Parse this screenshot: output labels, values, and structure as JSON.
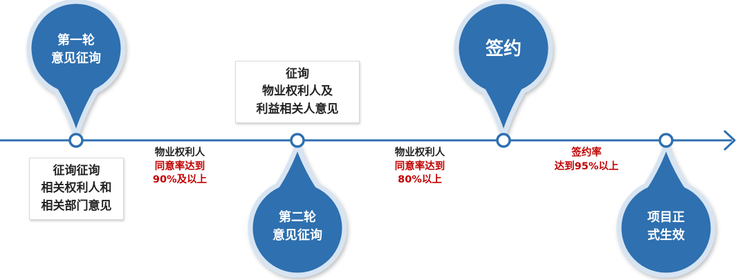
{
  "colors": {
    "blue": "#2e6fb0",
    "pin_border": "#d7e4f2",
    "line": "#2e6fb0",
    "red": "#c00000",
    "dark_text": "#222222"
  },
  "stages": [
    {
      "id": "stage1",
      "lines": [
        "第一轮",
        "意见征询"
      ]
    },
    {
      "id": "stage2",
      "lines": [
        "第二轮",
        "意见征询"
      ]
    },
    {
      "id": "stage3",
      "lines": [
        "签约"
      ]
    },
    {
      "id": "stage4",
      "lines": [
        "项目正",
        "式生效"
      ]
    }
  ],
  "boxes": {
    "box1": [
      "征询征询",
      "相关权利人和",
      "相关部门意见"
    ],
    "box2": [
      "征询",
      "物业权利人及",
      "利益相关人意见"
    ]
  },
  "conditions": {
    "cond1": {
      "dark": "物业权利人",
      "red": [
        "同意率达到",
        "90%及以上"
      ]
    },
    "cond2": {
      "dark": "物业权利人",
      "red": [
        "同意率达到",
        "80%以上"
      ]
    },
    "cond3": {
      "dark": "",
      "red": [
        "签约率",
        "达到95%以上"
      ]
    }
  }
}
